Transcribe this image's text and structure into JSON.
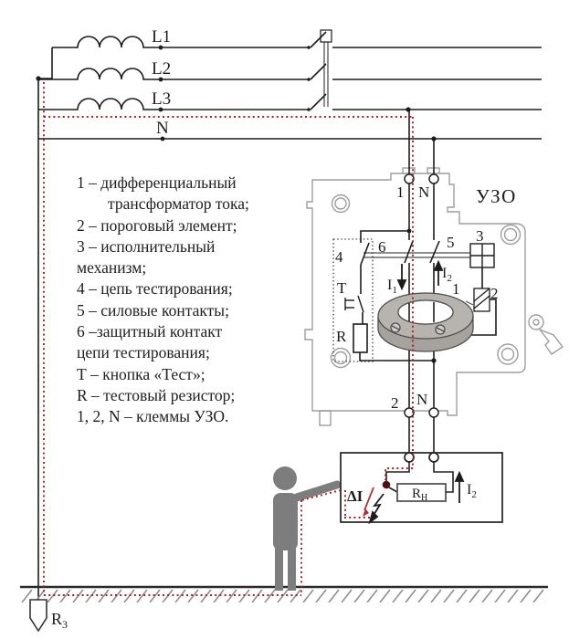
{
  "power_lines": {
    "l1": "L1",
    "l2": "L2",
    "l3": "L3",
    "n": "N"
  },
  "legend": {
    "lines": [
      "1 – дифференциальный",
      "трансформатор тока;",
      "2 – пороговый элемент;",
      "3 – исполнительный",
      "механизм;",
      "4 – цепь тестирования;",
      "5 – силовые контакты;",
      "6 –защитный контакт",
      "цепи тестирования;",
      "Т – кнопка «Тест»;",
      "R – тестовый резистор;",
      "1, 2, N – клеммы УЗО."
    ]
  },
  "device": {
    "title": "УЗО",
    "top_terminal_1": "1",
    "top_terminal_n": "N",
    "bottom_terminal_2": "2",
    "bottom_terminal_n": "N",
    "num1": "1",
    "num2": "2",
    "num3": "3",
    "num4": "4",
    "num5": "5",
    "num6": "6",
    "test_button": "Т",
    "test_resistor": "R",
    "i1_main": "I",
    "i1_sub": "1",
    "i2_main": "I",
    "i2_sub": "2"
  },
  "load": {
    "rh_main": "R",
    "rh_sub": "Н",
    "i2_main": "I",
    "i2_sub": "2",
    "delta_i": "ΔI"
  },
  "ground": {
    "r3_main": "R",
    "r3_sub": "3"
  },
  "colors": {
    "wire": "#1c1c1c",
    "housing": "#9e9e9e",
    "fault_path": "#a81f24",
    "fault_dot": "#4d1113",
    "arrow_red": "#b13038",
    "delta_label": "#45141b",
    "person": "#7d7d7d"
  }
}
